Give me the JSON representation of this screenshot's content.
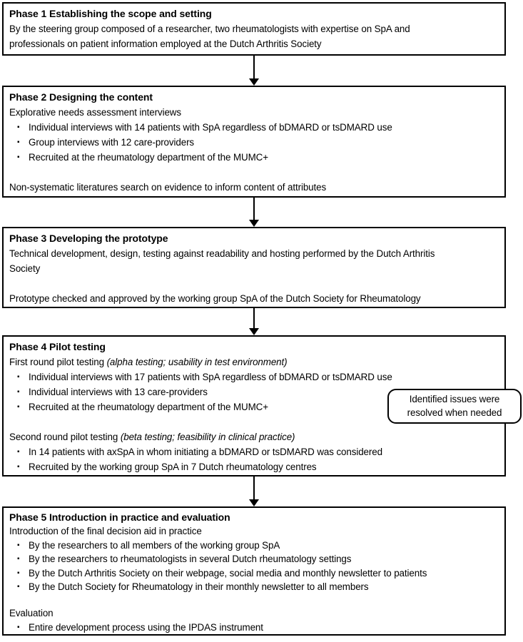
{
  "colors": {
    "border": "#000000",
    "text": "#000000",
    "background": "#ffffff"
  },
  "bullet_glyph": "▪",
  "callout": {
    "line1": "Identified issues were",
    "line2": "resolved when needed"
  },
  "phases": [
    {
      "title": "Phase 1 Establishing the scope and setting",
      "body": [
        {
          "text": "By the steering group composed of a researcher, two rheumatologists with expertise on SpA and"
        },
        {
          "text": "professionals on patient information employed at the Dutch Arthritis Society"
        }
      ]
    },
    {
      "title": "Phase 2 Designing the content",
      "body": [
        {
          "text": "Explorative needs assessment interviews"
        },
        {
          "bullet": true,
          "text": "Individual interviews with 14 patients with SpA regardless of bDMARD or tsDMARD use"
        },
        {
          "bullet": true,
          "text": "Group interviews with 12 care-providers"
        },
        {
          "bullet": true,
          "text": "Recruited at the rheumatology department of the MUMC+"
        },
        {
          "spacer": true
        },
        {
          "text": "Non-systematic literatures search on evidence to inform content of attributes"
        }
      ]
    },
    {
      "title": "Phase 3 Developing the prototype",
      "body": [
        {
          "text": "Technical development, design, testing against readability and hosting performed by the Dutch Arthritis"
        },
        {
          "text": "Society"
        },
        {
          "spacer": true
        },
        {
          "text": "Prototype checked and approved by the working group SpA of the Dutch Society for Rheumatology"
        }
      ]
    },
    {
      "title": "Phase 4 Pilot testing",
      "body": [
        {
          "text": "First round pilot testing ",
          "italic": "(alpha testing; usability in test environment)"
        },
        {
          "bullet": true,
          "text": "Individual interviews with 17 patients with SpA regardless of bDMARD or tsDMARD use"
        },
        {
          "bullet": true,
          "text": "Individual interviews with 13 care-providers"
        },
        {
          "bullet": true,
          "text": "Recruited at the rheumatology department of the MUMC+"
        },
        {
          "spacer": true
        },
        {
          "text": "Second round pilot testing ",
          "italic": "(beta testing; feasibility in clinical practice)"
        },
        {
          "bullet": true,
          "text": "In 14 patients with axSpA in whom initiating a bDMARD or tsDMARD was considered"
        },
        {
          "bullet": true,
          "text": "Recruited by the working group SpA in 7 Dutch rheumatology centres"
        }
      ]
    },
    {
      "title": "Phase 5 Introduction in practice and evaluation",
      "body": [
        {
          "text": "Introduction of the final decision aid in practice"
        },
        {
          "bullet": true,
          "text": "By the researchers to all members of the working group SpA"
        },
        {
          "bullet": true,
          "text": "By the researchers to rheumatologists in several Dutch rheumatology settings"
        },
        {
          "bullet": true,
          "text": "By the Dutch Arthritis Society on their webpage, social media and monthly newsletter to patients"
        },
        {
          "bullet": true,
          "text": "By the Dutch Society for Rheumatology in their monthly newsletter to all members"
        },
        {
          "spacer": true
        },
        {
          "text": "Evaluation"
        },
        {
          "bullet": true,
          "text": "Entire development process using the IPDAS instrument"
        }
      ]
    }
  ]
}
